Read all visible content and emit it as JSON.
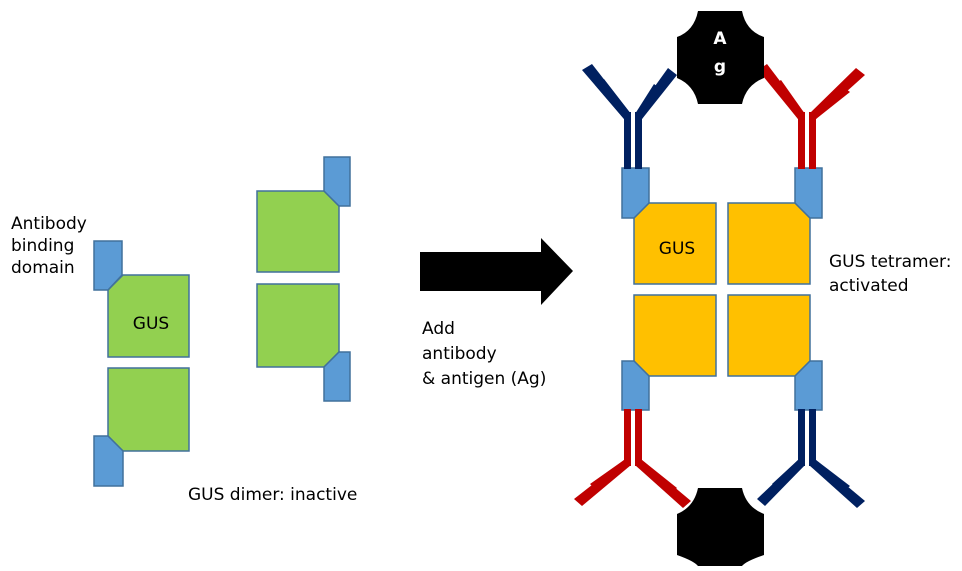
{
  "labels": {
    "antibody_binding_domain": [
      "Antibody",
      "binding",
      "domain"
    ],
    "gus_left": "GUS",
    "gus_dimer": "GUS dimer: inactive",
    "add_step": [
      "Add",
      "antibody",
      "& antigen (Ag)"
    ],
    "gus_right": "GUS",
    "gus_tetramer": [
      "GUS tetramer:",
      "activated"
    ],
    "antigen_top": [
      "A",
      "g"
    ]
  },
  "colors": {
    "gus_inactive": "#92d050",
    "gus_active": "#ffc000",
    "binding_domain": "#5b9bd5",
    "outline": "#41719c",
    "antibody_blue": "#002060",
    "antibody_red": "#c00000",
    "antigen": "#000000",
    "arrow": "#000000"
  }
}
